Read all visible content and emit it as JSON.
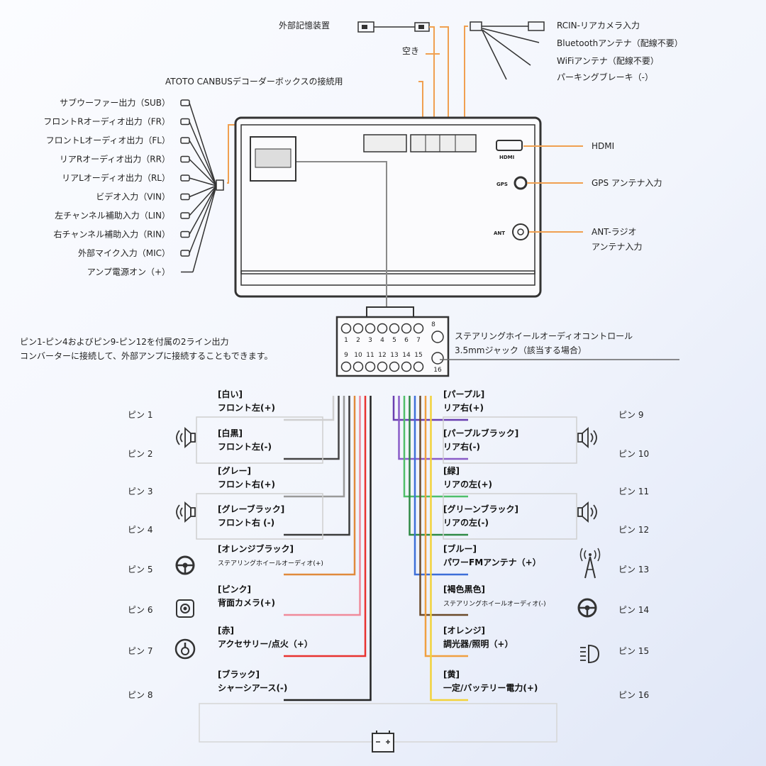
{
  "top": {
    "external_storage": "外部記憶装置",
    "empty": "空き",
    "canbus": "ATOTO CANBUSデコーダーボックスの接続用",
    "rcin": "RCIN-リアカメラ入力",
    "bluetooth": "Bluetoothアンテナ（配線不要）",
    "wifi": "WiFiアンテナ（配線不要）",
    "parking": "パーキングブレーキ（-）"
  },
  "left_outputs": [
    "サブウーファー出力（SUB）",
    "フロントRオーディオ出力（FR）",
    "フロントLオーディオ出力（FL）",
    "リアRオーディオ出力（RR）",
    "リアLオーディオ出力（RL）",
    "ビデオ入力（VIN）",
    "左チャンネル補助入力（LIN）",
    "右チャンネル補助入力（RIN）",
    "外部マイク入力（MIC）",
    "アンプ電源オン（+）"
  ],
  "right_ports": {
    "hdmi": "HDMI",
    "hdmi_port": "HDMI",
    "gps": "GPS アンテナ入力",
    "gps_port": "GPS",
    "ant_line1": "ANT-ラジオ",
    "ant_line2": "アンテナ入力",
    "ant_port": "ANT"
  },
  "connector": {
    "note_line1": "ピン1-ピン4およびピン9-ピン12を付属の2ライン出力",
    "note_line2": "コンバーターに接続して、外部アンプに接続することもできます。",
    "steering_line1": "ステアリングホイールオーディオコントロール",
    "steering_line2": "3.5mmジャック（該当する場合）",
    "top_numbers": [
      "1",
      "2",
      "3",
      "4",
      "5",
      "6",
      "7",
      "8"
    ],
    "bottom_numbers": [
      "9",
      "10",
      "11",
      "12",
      "13",
      "14",
      "15",
      "16"
    ]
  },
  "left_pins": [
    {
      "pin": "ピン 1",
      "color": "[白い]",
      "desc": "フロント左(+)",
      "wire": "#cfcfcf",
      "icon": "speaker-icon"
    },
    {
      "pin": "ピン 2",
      "color": "[白黒]",
      "desc": "フロント左(-)",
      "wire": "#444444",
      "icon": "speaker-icon"
    },
    {
      "pin": "ピン 3",
      "color": "[グレー]",
      "desc": "フロント右(+)",
      "wire": "#9a9a9a",
      "icon": "speaker-icon"
    },
    {
      "pin": "ピン 4",
      "color": "[グレーブラック]",
      "desc": "フロント右 (-)",
      "wire": "#3c3c3c",
      "icon": "speaker-icon"
    },
    {
      "pin": "ピン 5",
      "color": "[オレンジブラック]",
      "desc": "ステアリングホイールオーディオ(+)",
      "wire": "#e08a3c",
      "icon": "steering-wheel-icon"
    },
    {
      "pin": "ピン 6",
      "color": "[ピンク]",
      "desc": "背面カメラ(+)",
      "wire": "#f08a9a",
      "icon": "camera-icon"
    },
    {
      "pin": "ピン 7",
      "color": "[赤]",
      "desc": "アクセサリー/点火（+）",
      "wire": "#e8322f",
      "icon": "ignition-icon"
    },
    {
      "pin": "ピン 8",
      "color": "[ブラック]",
      "desc": "シャーシアース(-)",
      "wire": "#222222",
      "icon": ""
    }
  ],
  "right_pins": [
    {
      "pin": "ピン 9",
      "color": "[パープル]",
      "desc": "リア右(+)",
      "wire": "#6a3fb0",
      "icon": "speaker-icon"
    },
    {
      "pin": "ピン 10",
      "color": "[パープルブラック]",
      "desc": "リア右(-)",
      "wire": "#8a5cc8",
      "icon": "speaker-icon"
    },
    {
      "pin": "ピン 11",
      "color": "[緑]",
      "desc": "リアの左(+)",
      "wire": "#4fbf6a",
      "icon": "speaker-icon"
    },
    {
      "pin": "ピン 12",
      "color": "[グリーンブラック]",
      "desc": "リアの左(-)",
      "wire": "#2f8a45",
      "icon": "speaker-icon"
    },
    {
      "pin": "ピン 13",
      "color": "[ブルー]",
      "desc": "パワーFMアンテナ（+）",
      "wire": "#3d6fd8",
      "icon": "antenna-icon"
    },
    {
      "pin": "ピン 14",
      "color": "[褐色黒色]",
      "desc": "ステアリングホイールオーディオ(-)",
      "wire": "#6b4a2a",
      "icon": "steering-wheel-icon"
    },
    {
      "pin": "ピン 15",
      "color": "[オレンジ]",
      "desc": "調光器/照明（+）",
      "wire": "#f0a040",
      "icon": "headlight-icon"
    },
    {
      "pin": "ピン 16",
      "color": "[黄]",
      "desc": "一定/バッテリー電力(+)",
      "wire": "#f2d23a",
      "icon": "battery-icon"
    }
  ],
  "colors": {
    "orange_line": "#f0a050",
    "outline": "#333333",
    "gray_line": "#8a8a8a"
  }
}
